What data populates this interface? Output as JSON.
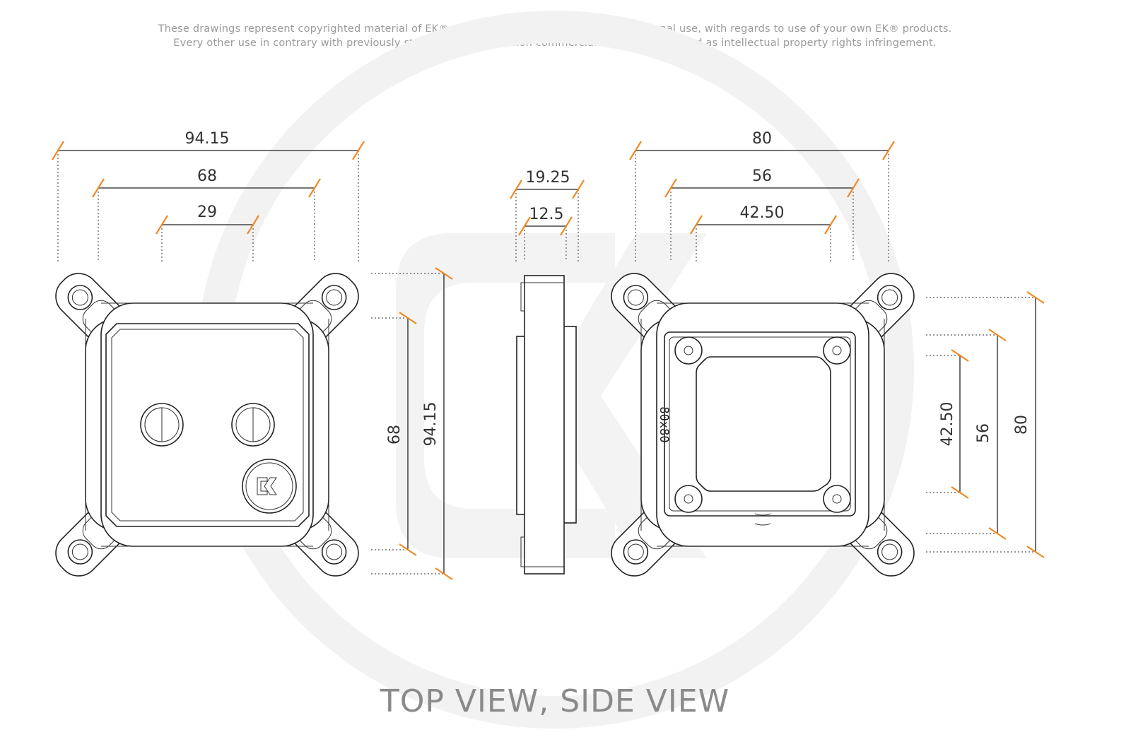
{
  "notice": {
    "line1": "These drawings represent copyrighted material of EK® and they are meant only for your personal use, with regards to use of  your own EK® products.",
    "line2": "Every other use in contrary with previously stated personal and non commercial use will be deemed as intellectual property rights infringement."
  },
  "dimensions": {
    "top_view": {
      "width_overall": "94.15",
      "width_mid": "68",
      "port_spacing": "29",
      "height_overall": "94.15",
      "height_mid": "68"
    },
    "side_view": {
      "thickness_overall": "19.25",
      "thickness_body": "12.5"
    },
    "bottom_view": {
      "width_overall": "80",
      "width_mid": "56",
      "width_inner": "42.50",
      "height_overall": "80",
      "height_mid": "56",
      "height_inner": "42.50"
    }
  },
  "part_label": "80x80",
  "title": "TOP VIEW, SIDE VIEW",
  "colors": {
    "dimension_tick": "#f08a24",
    "watermark": "#f2f2f2",
    "line": "#222222"
  },
  "icons": [
    "ek-logo-watermark",
    "ek-logo-badge"
  ]
}
